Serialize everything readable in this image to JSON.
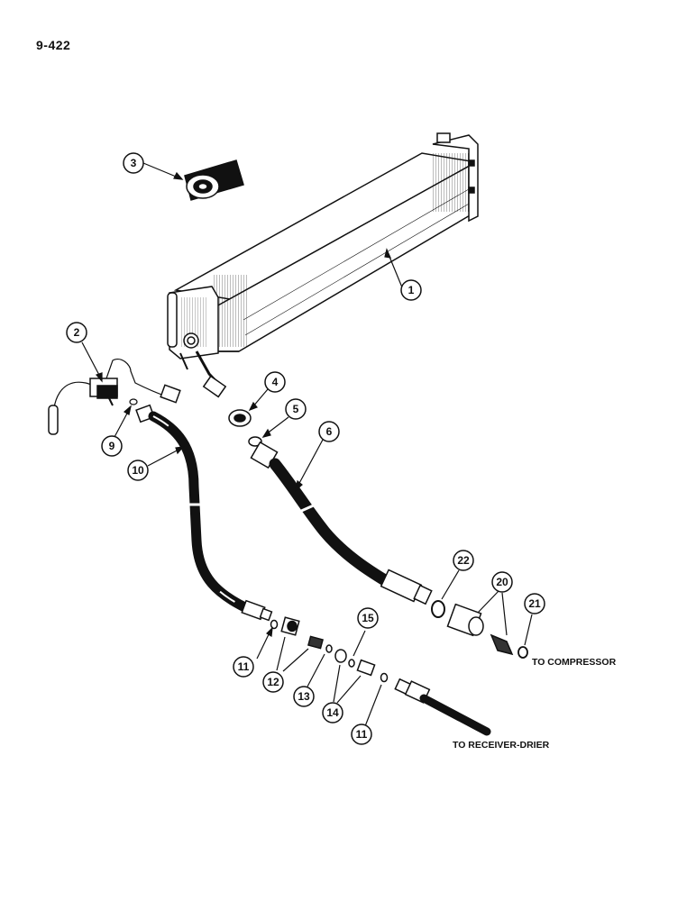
{
  "page_number": "9-422",
  "callouts": [
    {
      "id": "c1",
      "label": "1"
    },
    {
      "id": "c2",
      "label": "2"
    },
    {
      "id": "c3",
      "label": "3"
    },
    {
      "id": "c4",
      "label": "4"
    },
    {
      "id": "c5",
      "label": "5"
    },
    {
      "id": "c6",
      "label": "6"
    },
    {
      "id": "c9",
      "label": "9"
    },
    {
      "id": "c10",
      "label": "10"
    },
    {
      "id": "c11a",
      "label": "11"
    },
    {
      "id": "c11b",
      "label": "11"
    },
    {
      "id": "c12",
      "label": "12"
    },
    {
      "id": "c13",
      "label": "13"
    },
    {
      "id": "c14",
      "label": "14"
    },
    {
      "id": "c15",
      "label": "15"
    },
    {
      "id": "c20",
      "label": "20"
    },
    {
      "id": "c21",
      "label": "21"
    },
    {
      "id": "c22",
      "label": "22"
    }
  ],
  "destinations": {
    "compressor": "TO COMPRESSOR",
    "receiver_drier": "TO RECEIVER-DRIER"
  }
}
